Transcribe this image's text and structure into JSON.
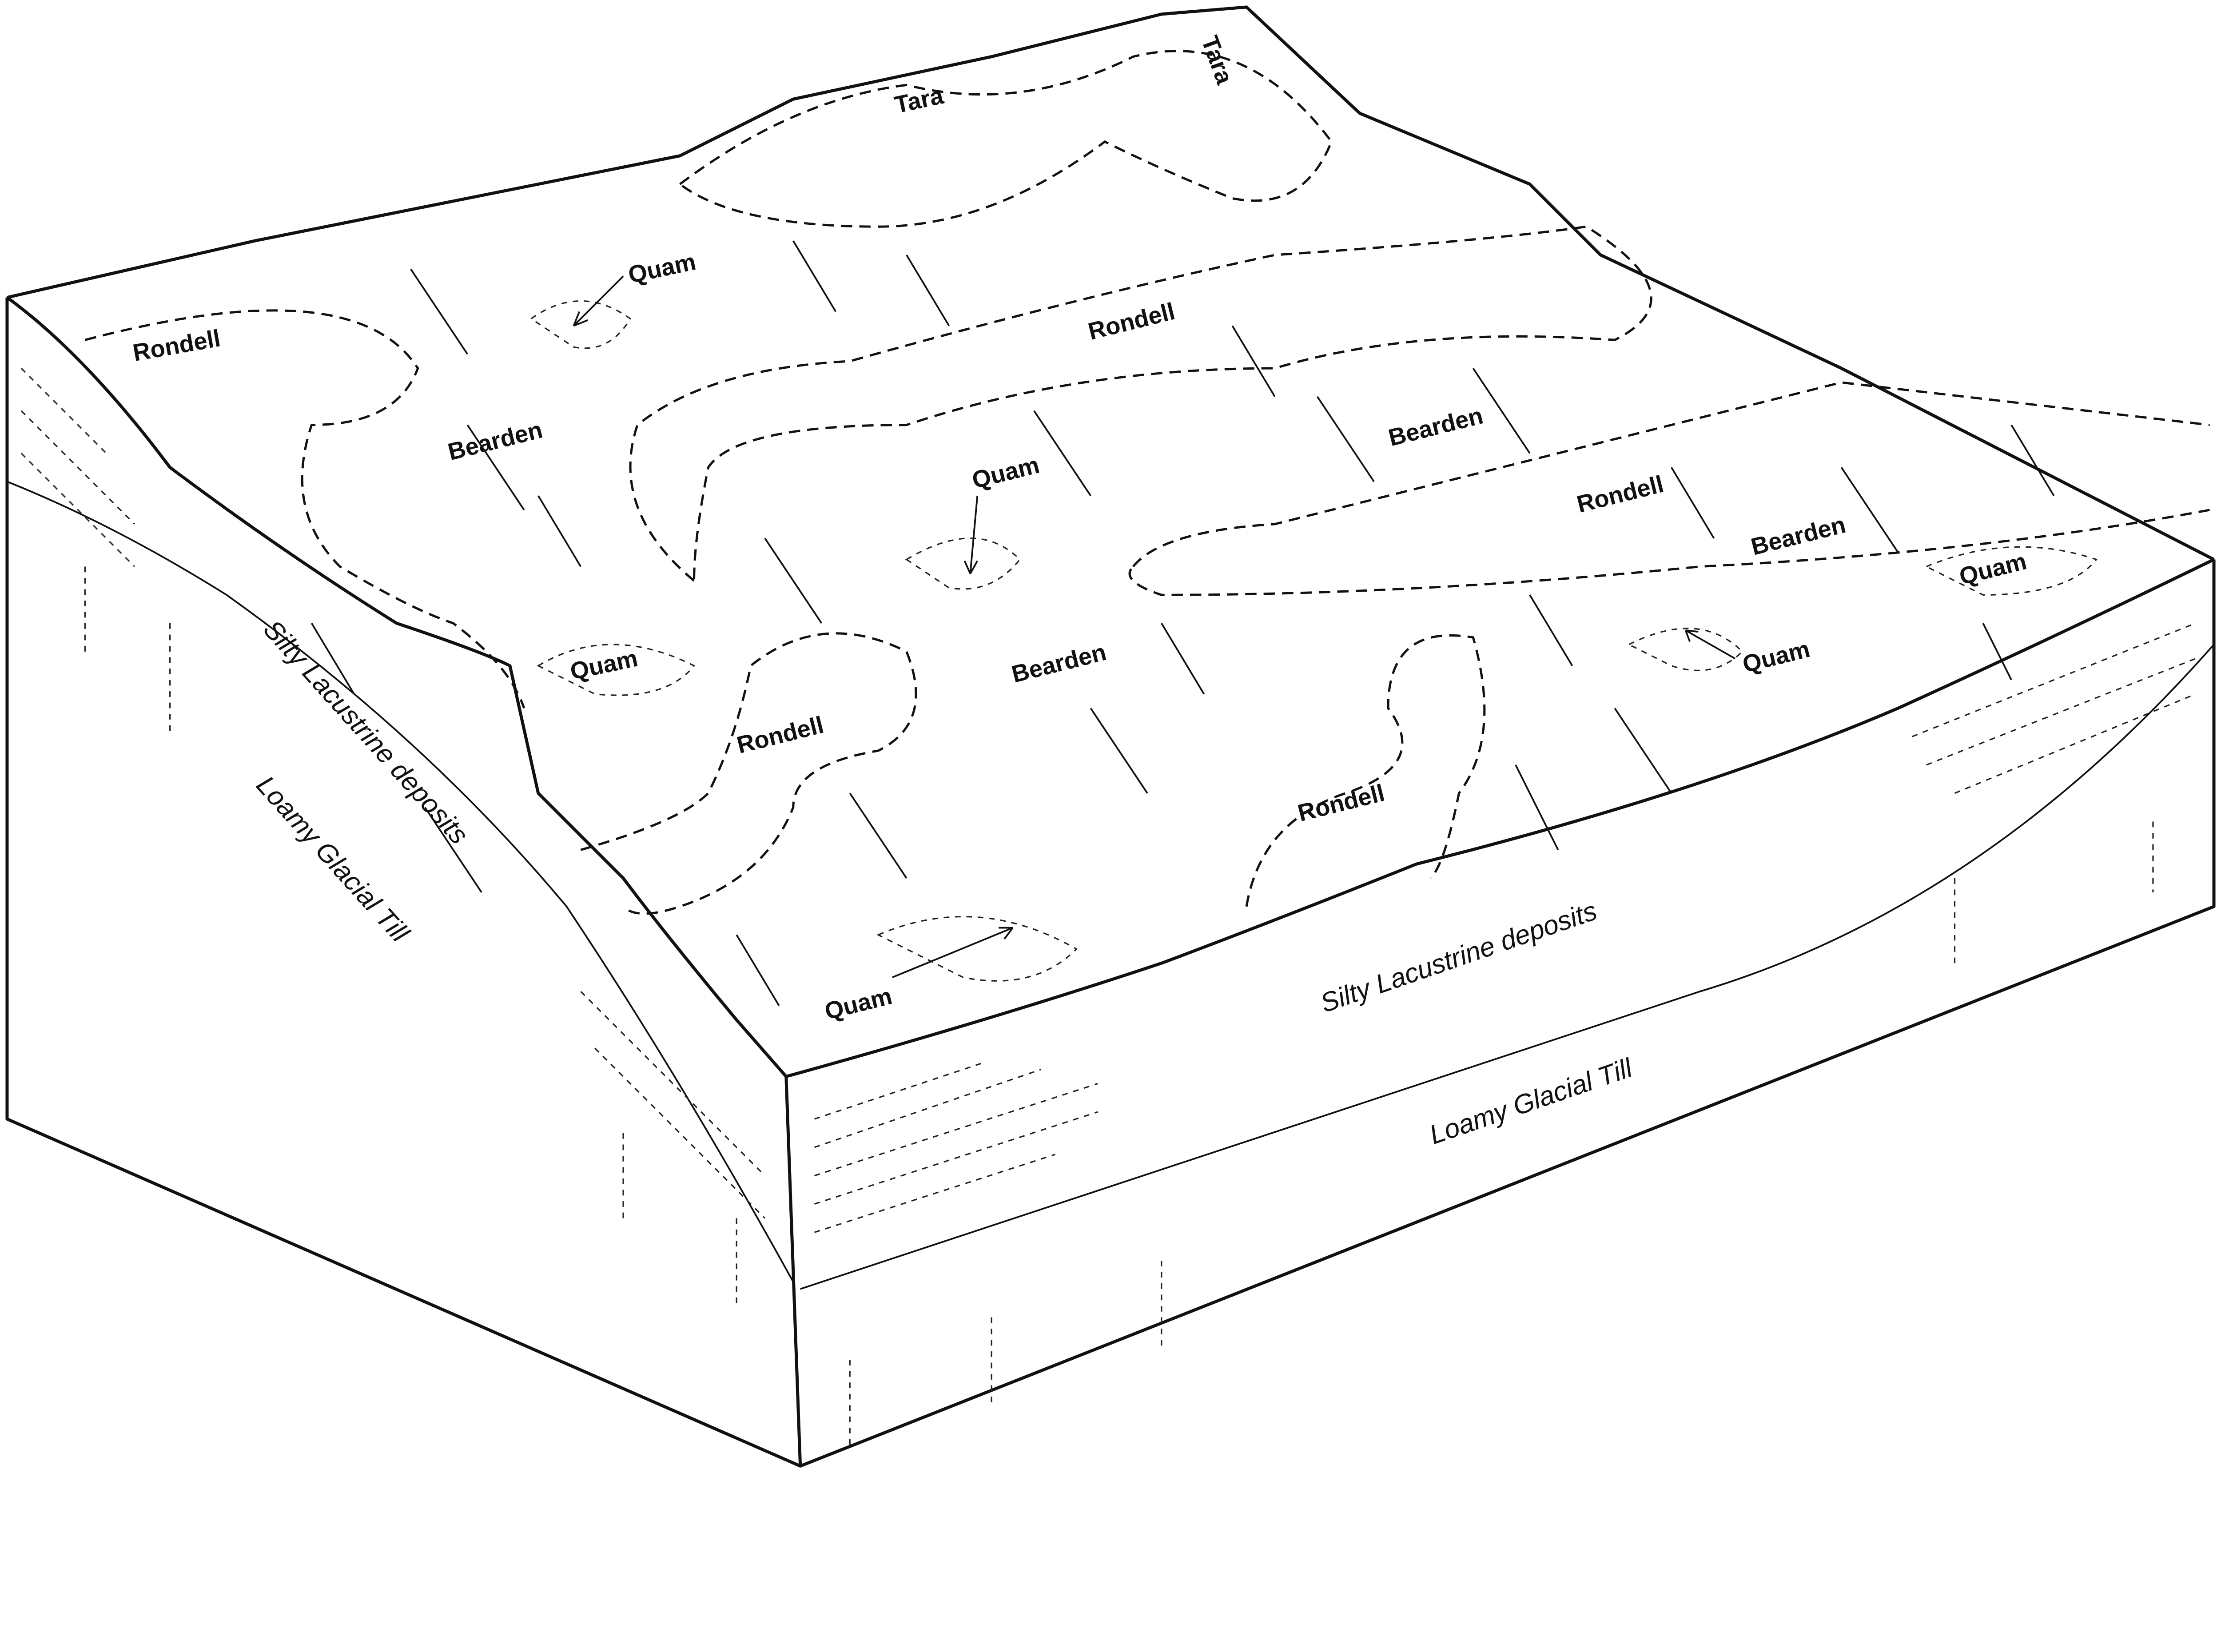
{
  "soils": {
    "tara": "Tara",
    "rondell": "Rondell",
    "quam": "Quam",
    "bearden": "Bearden"
  },
  "layers": {
    "silty": "Silty Lacustrine deposits",
    "till": "Loamy Glacial Till"
  }
}
